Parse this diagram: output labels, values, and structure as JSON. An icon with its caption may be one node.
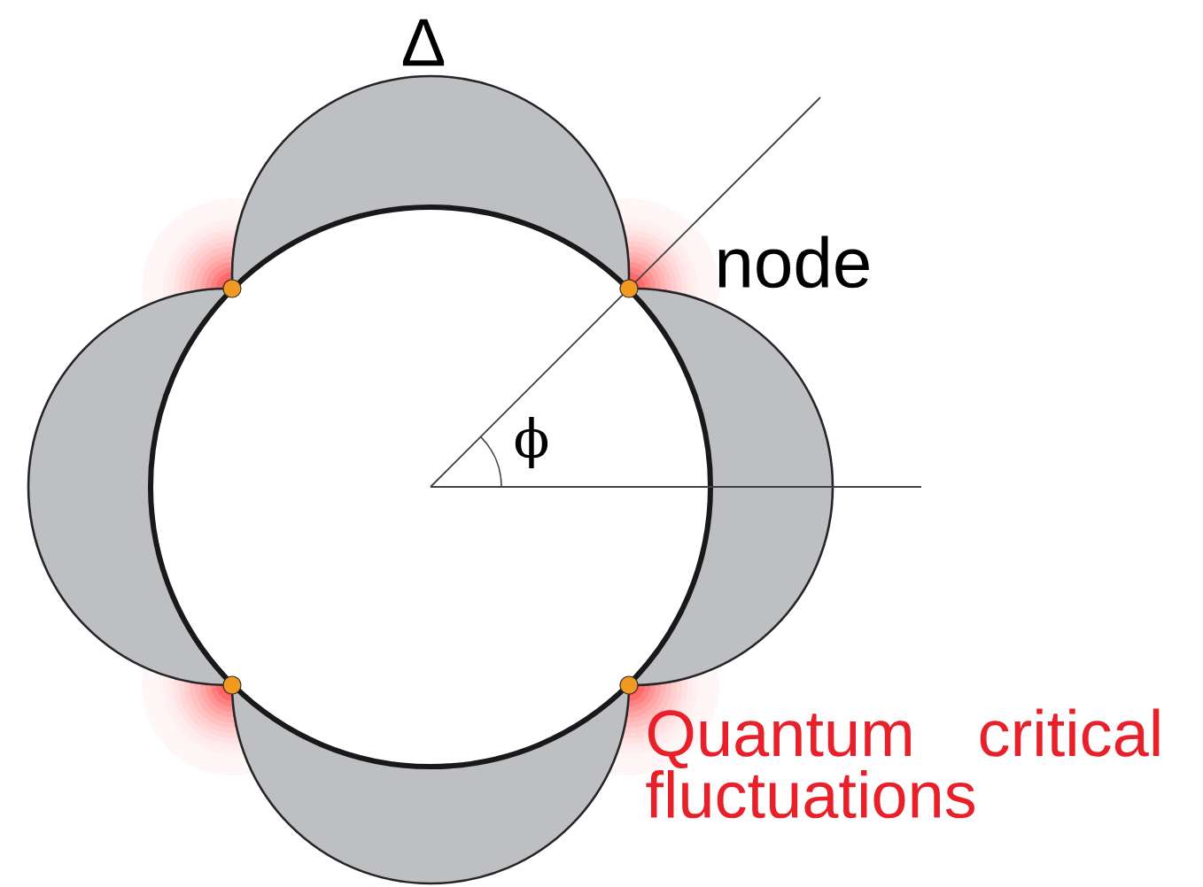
{
  "diagram": {
    "labels": [
      "Δ",
      "node",
      "ϕ",
      "Quantum critical fluctuations"
    ]
  }
}
